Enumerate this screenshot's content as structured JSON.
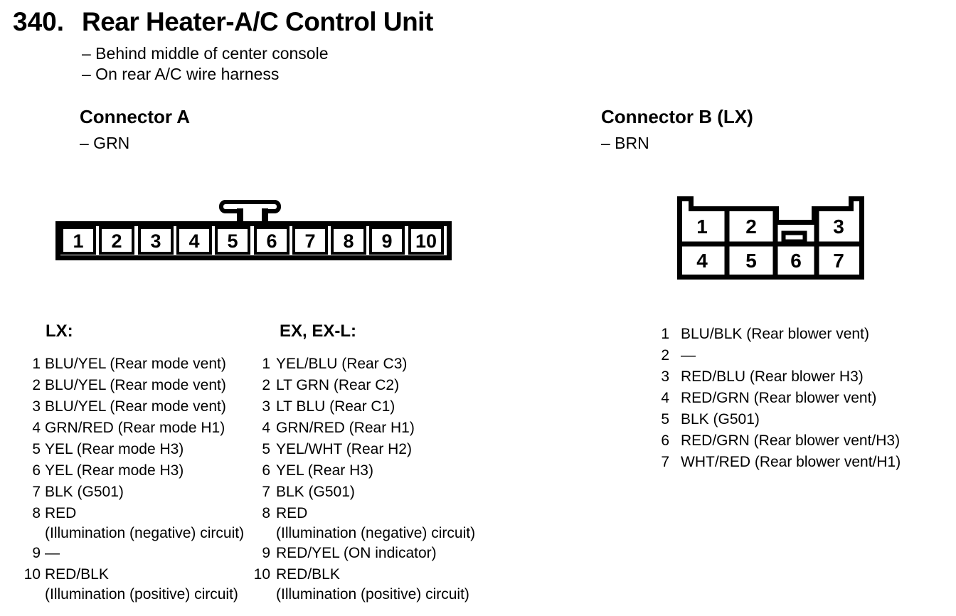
{
  "page": {
    "number_label": "340.",
    "title": "Rear Heater-A/C Control Unit",
    "location_notes": [
      "– Behind middle of center console",
      "– On rear A/C wire harness"
    ]
  },
  "connector_a": {
    "heading": "Connector A",
    "color_note": "– GRN",
    "pins": [
      "1",
      "2",
      "3",
      "4",
      "5",
      "6",
      "7",
      "8",
      "9",
      "10"
    ],
    "trims": [
      {
        "heading": "LX:",
        "rows": [
          {
            "num": "1",
            "text": "BLU/YEL (Rear mode vent)"
          },
          {
            "num": "2",
            "text": "BLU/YEL (Rear mode vent)"
          },
          {
            "num": "3",
            "text": "BLU/YEL (Rear mode vent)"
          },
          {
            "num": "4",
            "text": "GRN/RED (Rear mode H1)"
          },
          {
            "num": "5",
            "text": "YEL (Rear mode H3)"
          },
          {
            "num": "6",
            "text": "YEL (Rear mode H3)"
          },
          {
            "num": "7",
            "text": "BLK (G501)"
          },
          {
            "num": "8",
            "text": "RED",
            "text2": "(Illumination (negative) circuit)"
          },
          {
            "num": "9",
            "text": "—"
          },
          {
            "num": "10",
            "text": "RED/BLK",
            "text2": "(Illumination (positive) circuit)"
          }
        ]
      },
      {
        "heading": "EX, EX-L:",
        "rows": [
          {
            "num": "1",
            "text": "YEL/BLU (Rear C3)"
          },
          {
            "num": "2",
            "text": "LT GRN (Rear C2)"
          },
          {
            "num": "3",
            "text": "LT BLU (Rear C1)"
          },
          {
            "num": "4",
            "text": "GRN/RED (Rear H1)"
          },
          {
            "num": "5",
            "text": "YEL/WHT (Rear H2)"
          },
          {
            "num": "6",
            "text": "YEL (Rear H3)"
          },
          {
            "num": "7",
            "text": "BLK (G501)"
          },
          {
            "num": "8",
            "text": "RED",
            "text2": "(Illumination (negative) circuit)"
          },
          {
            "num": "9",
            "text": "RED/YEL (ON indicator)"
          },
          {
            "num": "10",
            "text": "RED/BLK",
            "text2": "(Illumination (positive) circuit)"
          }
        ]
      }
    ]
  },
  "connector_b": {
    "heading": "Connector B (LX)",
    "color_note": "– BRN",
    "pins": [
      "1",
      "2",
      "3",
      "4",
      "5",
      "6",
      "7"
    ],
    "rows": [
      {
        "num": "1",
        "text": "BLU/BLK (Rear blower vent)"
      },
      {
        "num": "2",
        "text": "—"
      },
      {
        "num": "3",
        "text": "RED/BLU (Rear blower H3)"
      },
      {
        "num": "4",
        "text": "RED/GRN (Rear blower vent)"
      },
      {
        "num": "5",
        "text": "BLK (G501)"
      },
      {
        "num": "6",
        "text": "RED/GRN (Rear blower vent/H3)"
      },
      {
        "num": "7",
        "text": "WHT/RED (Rear blower vent/H1)"
      }
    ]
  },
  "colors": {
    "ink": "#000000",
    "paper": "#ffffff"
  }
}
